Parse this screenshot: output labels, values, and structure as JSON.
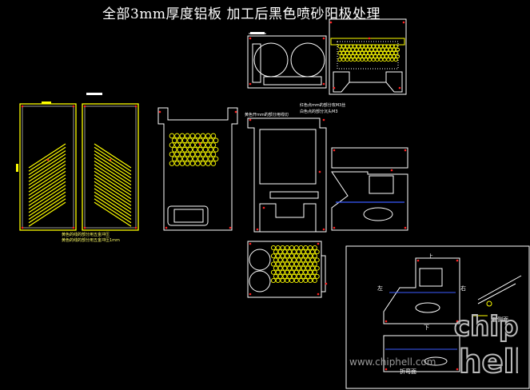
{
  "title": "全部3mm厚度铝板 加工后黑色喷砂阳极处理",
  "notes": {
    "panel_left_a": "黄色的线的部分用五金冲压",
    "panel_left_b": "黄色的线的部分用五金冲压1mm",
    "mid_top": "黄色开mm的部分用线切",
    "right_top_a": "红色点mm的部分攻M3丝",
    "right_top_b": "白色点的部分沉头M3",
    "bottom_label": "折弯面"
  },
  "view_labels": {
    "top": "上",
    "left": "左",
    "right": "右",
    "bottom": "下",
    "side_small": "右侧面"
  },
  "watermark": {
    "url": "www.chiphell.com",
    "logo": "chip hell"
  },
  "colors": {
    "panel_outline": "#ffffff",
    "cutout": "#ffff00",
    "screw_hole": "#ff2020",
    "blue_line": "#3b5bff",
    "background": "#000000"
  }
}
